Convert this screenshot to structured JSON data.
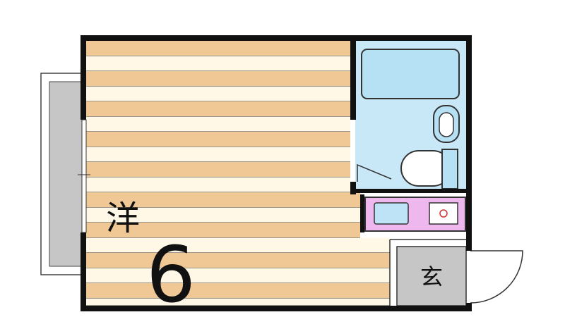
{
  "rooms": {
    "western_room": {
      "label": "洋",
      "size": "6"
    },
    "entrance": {
      "label": "玄"
    }
  },
  "colors": {
    "wall": "#111111",
    "floor_stripe_dark": "#f0c896",
    "floor_stripe_light": "#fff8e6",
    "floor_line": "#333333",
    "bath_fill": "#c8e8f8",
    "bath_fixture": "#b6e0f4",
    "kitchen_fill": "#eeb8ee",
    "kitchen_sink": "#bfe3f6",
    "entrance_floor": "#c6c6c6",
    "balcony_fill": "#c6c6c6",
    "background": "#ffffff"
  },
  "icons": {
    "bathtub": "bathtub-icon",
    "washbasin": "washbasin-icon",
    "toilet": "toilet-icon",
    "sink": "sink-icon",
    "stove": "stove-icon"
  }
}
